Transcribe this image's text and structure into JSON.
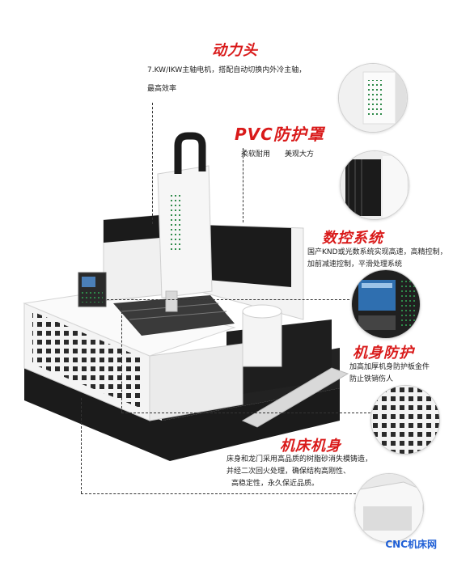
{
  "sections": {
    "spindle": {
      "title": "动力头",
      "lines": [
        "7.KW/IKW主轴电机，搭配自动切换内外冷主轴，",
        "最高效率"
      ]
    },
    "cover": {
      "title": "PVC防护罩",
      "lines": [
        "柔软耐用　　美观大方"
      ]
    },
    "cnc": {
      "title": "数控系统",
      "lines": [
        "国产KND或光数系统实现高速，高精控制，",
        "加前减速控制，平滑处理系统"
      ]
    },
    "guard": {
      "title": "机身防护",
      "lines": [
        "加高加厚机身防护板金件",
        "防止铁销伤人"
      ]
    },
    "bed": {
      "title": "机床机身",
      "lines": [
        "床身和龙门采用高品质的树脂砂消失模铸造，",
        "并经二次回火处理，确保结构高刚性、",
        "高稳定性，永久保近品质。"
      ]
    }
  },
  "watermark": "CNC机床网",
  "colors": {
    "title_red": "#d91a1a",
    "watermark_blue": "#1f5fd6",
    "machine_dark": "#1b1b1b",
    "machine_light": "#f2f2f2"
  }
}
